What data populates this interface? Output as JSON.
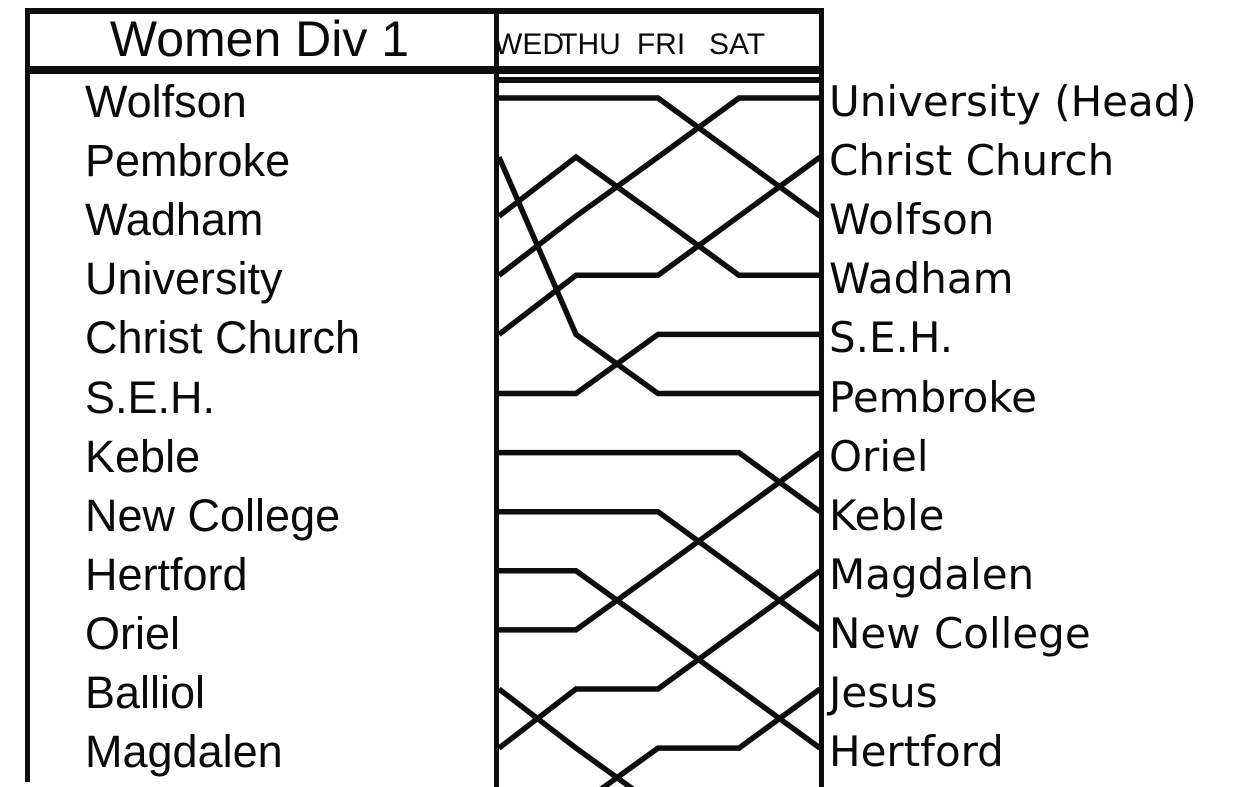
{
  "header": {
    "title": "Women Div 1",
    "days": [
      "WED",
      "THU",
      "FRI",
      "SAT"
    ]
  },
  "start_order": [
    "Wolfson",
    "Pembroke",
    "Wadham",
    "University",
    "Christ Church",
    "S.E.H.",
    "Keble",
    "New College",
    "Hertford",
    "Oriel",
    "Balliol",
    "Magdalen"
  ],
  "finish_order": [
    "University (Head)",
    "Christ Church",
    "Wolfson",
    "Wadham",
    "S.E.H.",
    "Pembroke",
    "Oriel",
    "Keble",
    "Magdalen",
    "New College",
    "Jesus",
    "Hertford"
  ],
  "chart_data": {
    "type": "line",
    "subtype": "rowing-bumps-chart",
    "title": "Women Div 1",
    "days": [
      "WED",
      "THU",
      "FRI",
      "SAT"
    ],
    "position_axis": {
      "top": 1,
      "bottom_visible": 12,
      "note": "position 13 lies below the division and runs off the bottom edge of the chart"
    },
    "crews": [
      {
        "name": "Wolfson",
        "positions": [
          1,
          1,
          1,
          2,
          3
        ]
      },
      {
        "name": "Pembroke",
        "positions": [
          2,
          5,
          6,
          6,
          6
        ]
      },
      {
        "name": "Wadham",
        "positions": [
          3,
          2,
          3,
          4,
          4
        ]
      },
      {
        "name": "University",
        "positions": [
          4,
          3,
          2,
          1,
          1
        ]
      },
      {
        "name": "Christ Church",
        "positions": [
          5,
          4,
          4,
          3,
          2
        ]
      },
      {
        "name": "S.E.H.",
        "positions": [
          6,
          6,
          5,
          5,
          5
        ]
      },
      {
        "name": "Keble",
        "positions": [
          7,
          7,
          7,
          7,
          8
        ]
      },
      {
        "name": "New College",
        "positions": [
          8,
          8,
          8,
          9,
          10
        ]
      },
      {
        "name": "Hertford",
        "positions": [
          9,
          9,
          10,
          11,
          12
        ]
      },
      {
        "name": "Oriel",
        "positions": [
          10,
          10,
          9,
          8,
          7
        ]
      },
      {
        "name": "Balliol",
        "positions": [
          11,
          12,
          13,
          13,
          13
        ]
      },
      {
        "name": "Magdalen",
        "positions": [
          12,
          11,
          11,
          10,
          9
        ]
      },
      {
        "name": "Jesus",
        "positions": [
          13,
          13,
          12,
          12,
          11
        ]
      }
    ],
    "line_color": "#0d0d0d",
    "grid": false,
    "legend": false
  }
}
